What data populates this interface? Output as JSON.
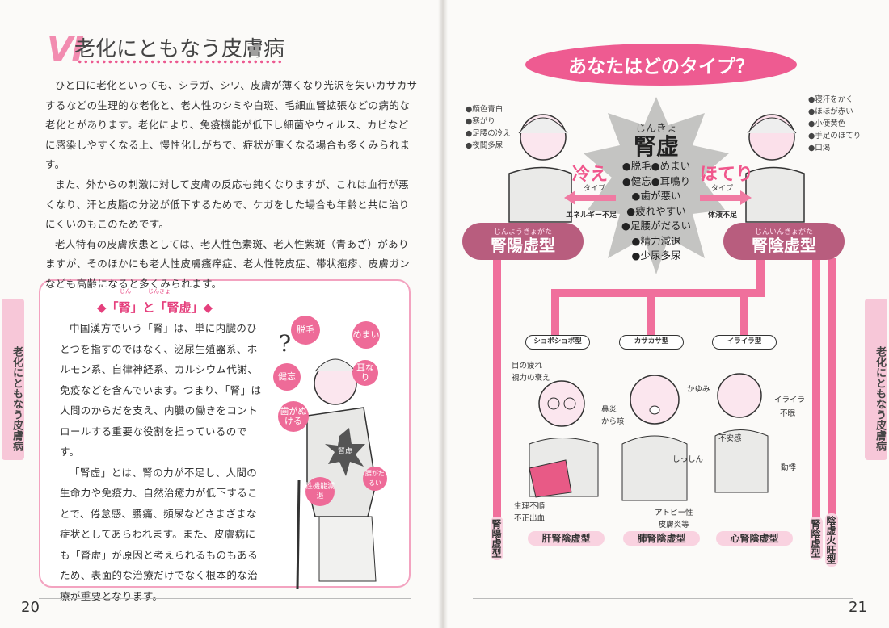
{
  "left_page": {
    "chapter_number": "Ⅵ",
    "title": "老化にともなう皮膚病",
    "paragraphs": [
      "ひと口に老化といっても、シラガ、シワ、皮膚が薄くなり光沢を失いカサカサするなどの生理的な老化と、老人性のシミや白斑、毛細血管拡張などの病的な老化とがあります。老化により、免疫機能が低下し細菌やウィルス、カビなどに感染しやすくなる上、慢性化しがちで、症状が重くなる場合も多くみられます。",
      "また、外からの刺激に対して皮膚の反応も鈍くなりますが、これは血行が悪くなり、汗と皮脂の分泌が低下するためで、ケガをした場合も年齢と共に治りにくいのもこのためです。",
      "老人特有の皮膚疾患としては、老人性色素斑、老人性紫斑（青あざ）がありますが、そのほかにも老人性皮膚瘙痒症、老人性乾皮症、帯状疱疹、皮膚ガンなども高齢になると多くみられます。"
    ],
    "box": {
      "heading": "◆「腎」と「腎虚」◆",
      "heading_ruby": "じん　　　じんきょ",
      "paragraphs": [
        "中国漢方でいう「腎」は、単に内臓のひとつを指すのではなく、泌尿生殖器系、ホルモン系、自律神経系、カルシウム代謝、免疫などを含んでいます。つまり、「腎」は人間のからだを支え、内臓の働きをコントロールする重要な役割を担っているのです。",
        "「腎虚」とは、腎の力が不足し、人間の生命力や免疫力、自然治癒力が低下することで、倦怠感、腰痛、頻尿などさまざまな症状としてあらわれます。また、皮膚病にも「腎虚」が原因と考えられるものもあるため、表面的な治療だけでなく根本的な治療が重要となります。"
      ],
      "bubbles": [
        "脱毛",
        "めまい",
        "健忘",
        "耳なり",
        "歯がぬける",
        "腰がだるい",
        "性機能減退"
      ],
      "starburst_label": "腎虚"
    },
    "side_tab": "老化にともなう皮膚病",
    "page_number": "20"
  },
  "right_page": {
    "header": "あなたはどのタイプ？",
    "center": {
      "ruby": "じんきょ",
      "title": "腎虚",
      "symptoms": [
        "●脱毛●めまい",
        "●健忘●耳鳴り",
        "●歯が悪い",
        "●疲れやすい",
        "●足腰がだるい",
        "●精力減退",
        "●少尿多尿"
      ]
    },
    "cold": {
      "label": "冷え",
      "sub": "タイプ",
      "cause": "エネルギー不足",
      "symptoms": [
        "●顔色青白",
        "●寒がり",
        "●足腰の冷え",
        "●夜間多尿"
      ],
      "type_ruby": "じんようきょがた",
      "type": "腎陽虚型"
    },
    "heat": {
      "label": "ほてり",
      "sub": "タイプ",
      "cause": "体液不足",
      "symptoms": [
        "●寝汗をかく",
        "●ほほが赤い",
        "●小便黄色",
        "●手足のほてり",
        "●口渇"
      ],
      "type_ruby": "じんいんきょがた",
      "type": "腎陰虚型"
    },
    "subtypes": [
      {
        "tag": "ショボショボ型",
        "notes_top": [
          "目の疲れ",
          "視力の衰え"
        ],
        "notes_bottom": [
          "生理不順",
          "不正出血"
        ],
        "name": "肝腎陰虚型"
      },
      {
        "tag": "カサカサ型",
        "notes_top": [
          "鼻炎",
          "から咳",
          "かゆみ",
          "しっしん"
        ],
        "notes_bottom": [
          "アトピー性",
          "皮膚炎等"
        ],
        "name": "肺腎陰虚型"
      },
      {
        "tag": "イライラ型",
        "notes_top": [
          "イライラ",
          "不眠",
          "不安感",
          "動悸"
        ],
        "notes_bottom": [],
        "name": "心腎陰虚型"
      }
    ],
    "vertical_labels": [
      "腎陽虚型",
      "腎陰虚型",
      "陰虚火旺型"
    ],
    "side_tab": "老化にともなう皮膚病",
    "page_number": "21"
  },
  "colors": {
    "pink": "#ee5b91",
    "dark_pink": "#b85d7e",
    "light_pink": "#f9d2e0"
  }
}
